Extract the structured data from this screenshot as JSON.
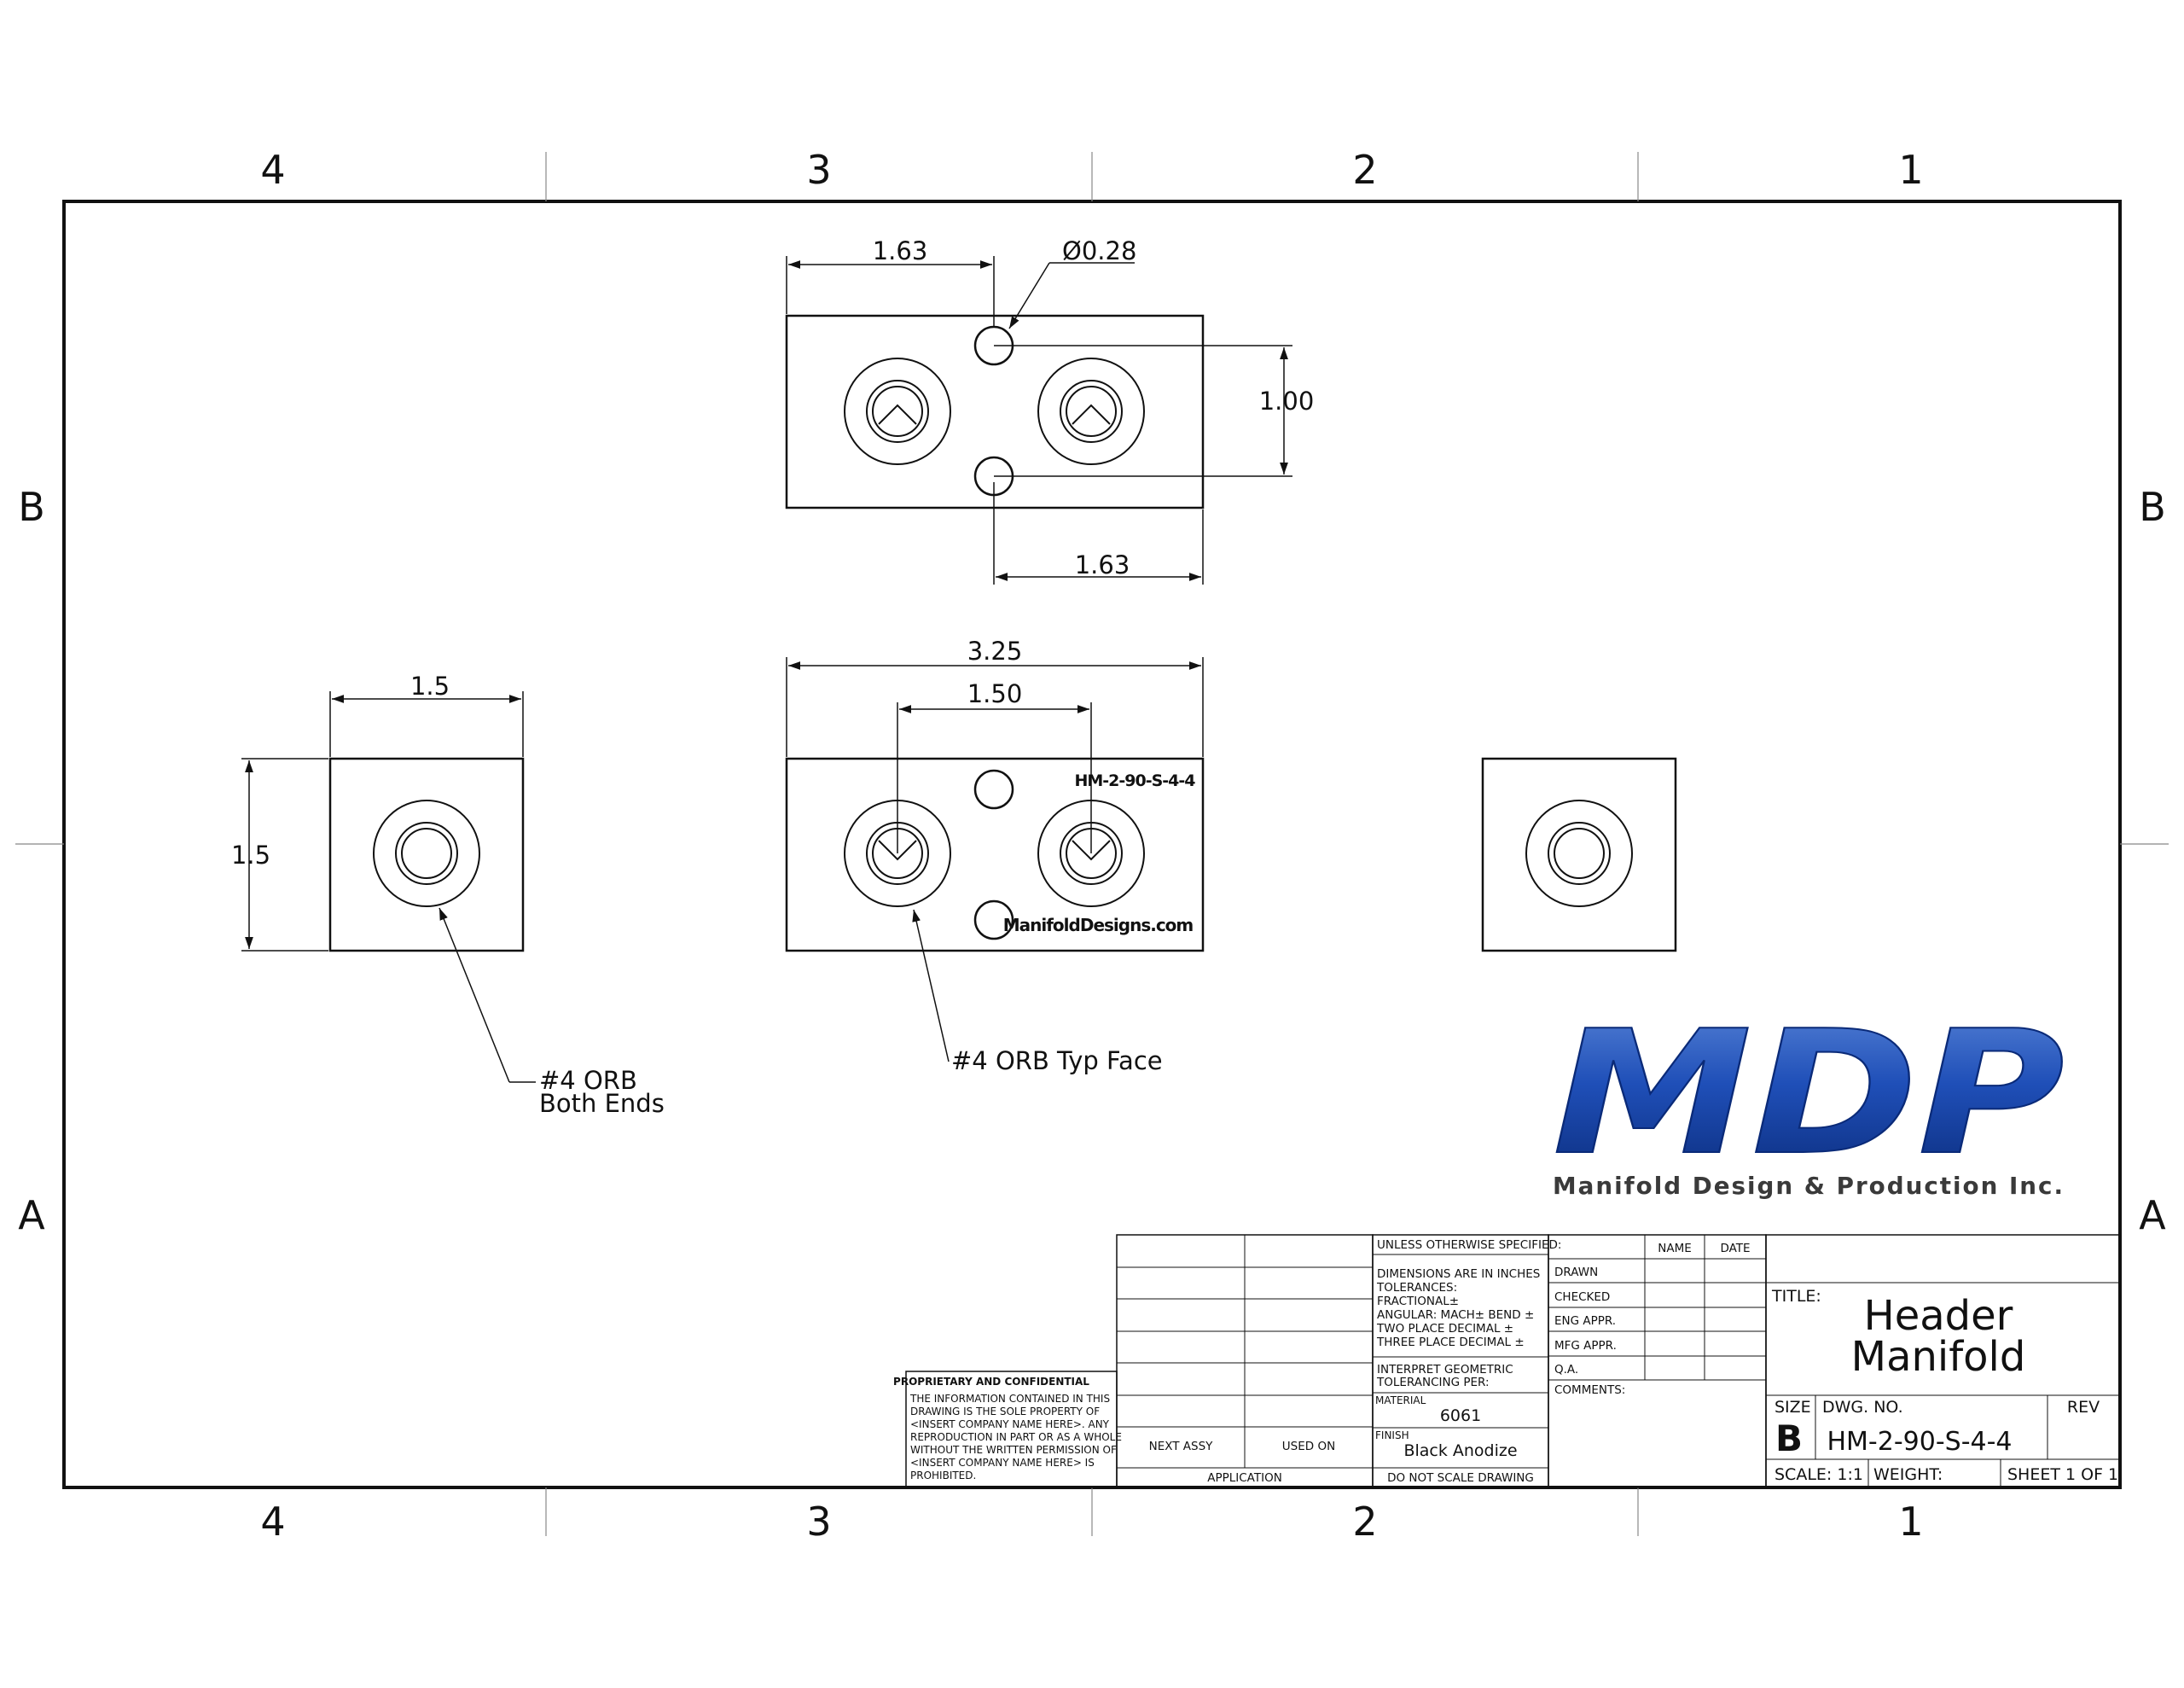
{
  "zones": {
    "columns": [
      "4",
      "3",
      "2",
      "1"
    ],
    "rows": [
      "B",
      "A"
    ]
  },
  "dimensions": {
    "top_width": "1.63",
    "hole_dia": "Ø0.28",
    "hole_spacing": "1.00",
    "top_bottom_width": "1.63",
    "front_width": "3.25",
    "port_spacing": "1.50",
    "side_width": "1.5",
    "side_height": "1.5"
  },
  "engraving": {
    "part": "HM-2-90-S-4-4",
    "website": "ManifoldDesigns.com"
  },
  "callouts": {
    "side_line1": "#4 ORB",
    "side_line2": "Both Ends",
    "front": "#4 ORB Typ Face"
  },
  "logo": {
    "letters": "MDP",
    "company": "Manifold Design & Production Inc."
  },
  "colors": {
    "logo_dark": "#0a2a78",
    "logo_mid": "#1f4fb8",
    "logo_light": "#5a86d8"
  },
  "title_block": {
    "proprietary": {
      "heading": "PROPRIETARY AND CONFIDENTIAL",
      "lines": [
        "THE INFORMATION CONTAINED IN THIS",
        "DRAWING IS THE SOLE PROPERTY OF",
        "<INSERT COMPANY NAME HERE>.  ANY",
        "REPRODUCTION IN PART OR AS A WHOLE",
        "WITHOUT THE WRITTEN PERMISSION OF",
        "<INSERT COMPANY NAME HERE> IS",
        "PROHIBITED."
      ]
    },
    "next_assy": "NEXT ASSY",
    "used_on": "USED ON",
    "application": "APPLICATION",
    "unless": "UNLESS OTHERWISE SPECIFIED:",
    "tolerance_lines": [
      "DIMENSIONS ARE IN INCHES",
      "TOLERANCES:",
      "FRACTIONAL±",
      "ANGULAR: MACH±    BEND ±",
      "TWO PLACE DECIMAL    ±",
      "THREE PLACE DECIMAL  ±"
    ],
    "interpret_lines": [
      "INTERPRET GEOMETRIC",
      "TOLERANCING PER:"
    ],
    "material_label": "MATERIAL",
    "material_value": "6061",
    "finish_label": "FINISH",
    "finish_value": "Black Anodize",
    "do_not_scale": "DO NOT SCALE DRAWING",
    "name_header": "NAME",
    "date_header": "DATE",
    "approvals": [
      "DRAWN",
      "CHECKED",
      "ENG APPR.",
      "MFG APPR.",
      "Q.A."
    ],
    "comments": "COMMENTS:",
    "title_label": "TITLE:",
    "title_line1": "Header",
    "title_line2": "Manifold",
    "size_label": "SIZE",
    "size_value": "B",
    "dwg_label": "DWG.  NO.",
    "dwg_value": "HM-2-90-S-4-4",
    "rev_label": "REV",
    "scale": "SCALE: 1:1",
    "weight": "WEIGHT:",
    "sheet": "SHEET 1 OF 1"
  }
}
